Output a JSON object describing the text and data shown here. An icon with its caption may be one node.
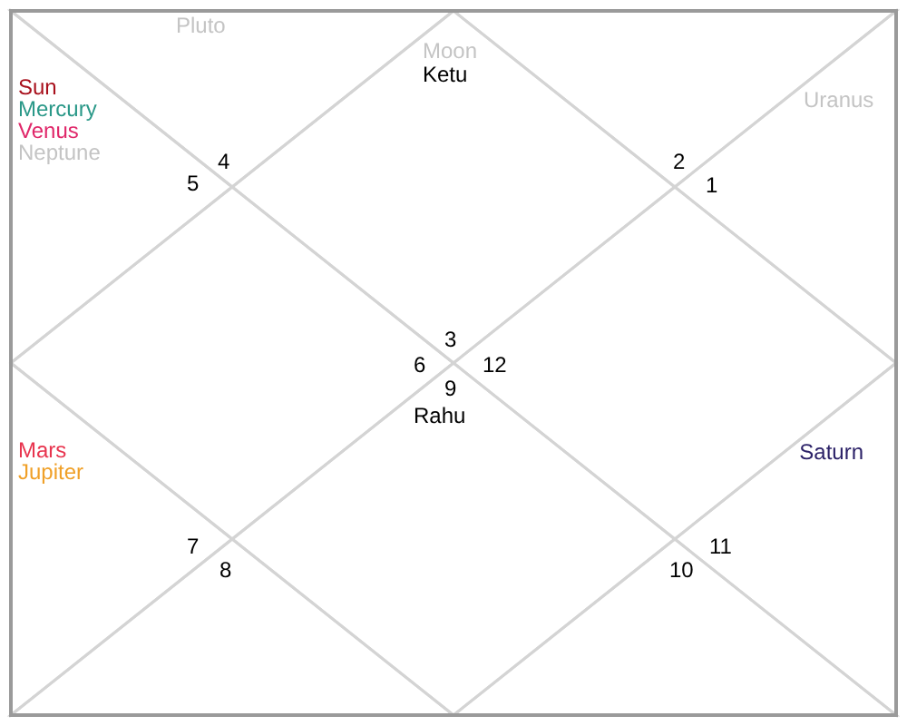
{
  "diagram": {
    "nodes": [
      {
        "text": [
          "Moon",
          "Ketu",
          "3"
        ]
      },
      {
        "text": [
          "Pluto",
          "4"
        ]
      },
      {
        "text": [
          "Sun",
          "Mercury",
          "Venus",
          "Neptune",
          "5"
        ]
      },
      {
        "text": [
          "6"
        ]
      },
      {
        "text": [
          "Mars",
          "Jupiter",
          "7"
        ]
      },
      {
        "text": [
          "8"
        ]
      },
      {
        "text": [
          "9",
          "Rahu"
        ]
      },
      {
        "text": [
          "10"
        ]
      },
      {
        "text": [
          "Saturn",
          "11"
        ]
      },
      {
        "text": [
          "12"
        ]
      },
      {
        "text": [
          "Uranus",
          "1"
        ]
      },
      {
        "text": [
          "2"
        ]
      }
    ]
  }
}
